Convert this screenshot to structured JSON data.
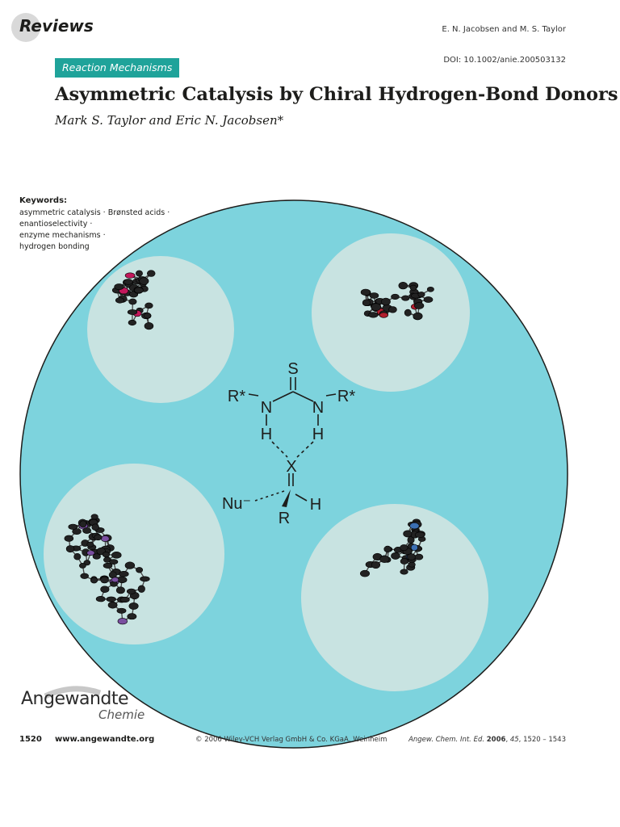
{
  "header": {
    "section": "Reviews",
    "authors_short": "E. N. Jacobsen and M. S. Taylor",
    "doi": "DOI: 10.1002/anie.200503132"
  },
  "article": {
    "category": "Reaction Mechanisms",
    "title": "Asymmetric Catalysis by Chiral Hydrogen-Bond Donors",
    "authors": "Mark S. Taylor and Eric N. Jacobsen*"
  },
  "keywords": {
    "heading": "Keywords:",
    "lines": [
      "asymmetric catalysis · Brønsted acids ·",
      "enantioselectivity ·",
      "enzyme mechanisms ·",
      "hydrogen bonding"
    ]
  },
  "figure": {
    "background_color": "#7dd3dd",
    "inset_color": "#c8e3e1",
    "structure_labels": {
      "sulfur": "S",
      "r_left": "R*",
      "r_right": "R*",
      "n_left": "N",
      "n_right": "N",
      "h_left": "H",
      "h_right": "H",
      "x": "X",
      "nu": "Nu⁻",
      "r_bottom": "R",
      "h_bottom": "H"
    }
  },
  "footer": {
    "logo_main": "Angewandte",
    "logo_sub": "Chemie",
    "page_number": "1520",
    "website": "www.angewandte.org",
    "copyright": "© 2006 Wiley-VCH Verlag GmbH & Co. KGaA, Weinheim",
    "citation_journal": "Angew. Chem. Int. Ed.",
    "citation_year": "2006",
    "citation_volume": "45",
    "citation_pages": "1520 – 1543"
  }
}
